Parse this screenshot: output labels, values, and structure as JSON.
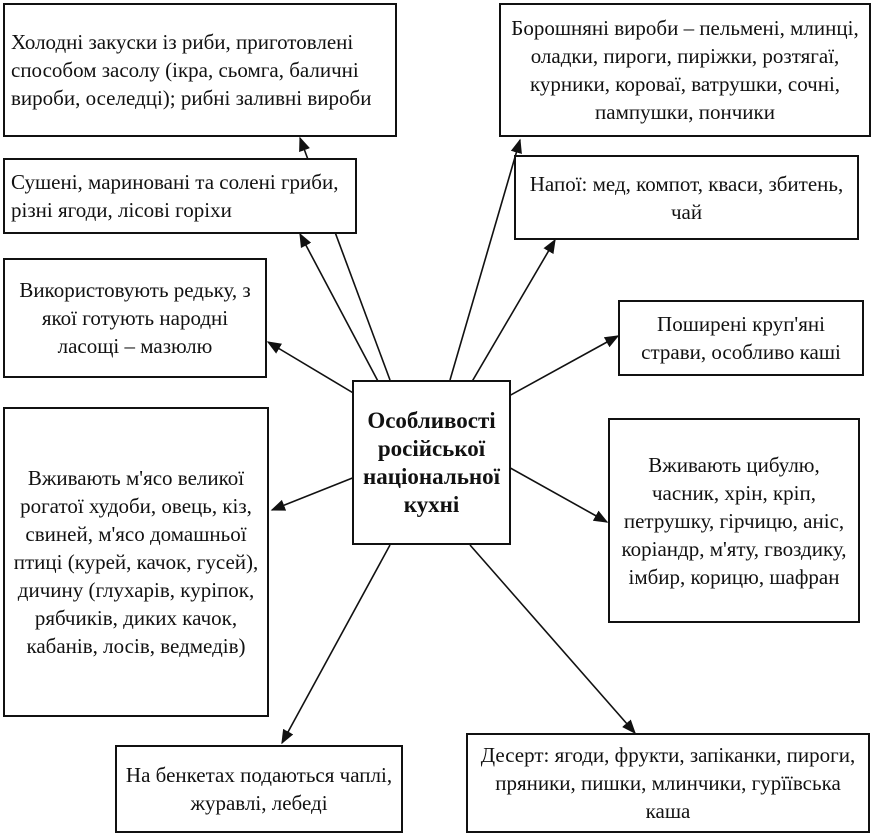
{
  "diagram": {
    "center": "Особливості російської національної кухні",
    "nodes": {
      "fish": "Холодні закуски із риби, приготовлені способом засолу (ікра, сьомга, баличні вироби, оселедці); рибні заливні вироби",
      "flour": "Борошняні вироби – пельмені, млинці, оладки, пироги, пиріжки, розтягаї, курники, короваї, ватрушки, сочні, пампушки, пончики",
      "mushrooms": "Сушені, мариновані та солені гриби, різні ягоди, лісові горіхи",
      "drinks": "Напої: мед, компот, кваси, збитень, чай",
      "radish": "Використовують редьку, з якої готують народні ласощі – мазюлю",
      "groats": "Поширені круп'яні страви, особливо каші",
      "meat": "Вживають м'ясо великої рогатої худоби, овець, кіз, свиней, м'ясо домашньої птиці (курей, качок, гусей), дичину (глухарів, куріпок, рябчиків, диких качок, кабанів, лосів, ведмедів)",
      "spices": "Вживають цибулю, часник, хрін, кріп, петрушку, гірчицю, аніс, коріандр, м'яту, гвоздику, імбир, корицю, шафран",
      "feasts": "На бенкетах подаються чаплі, журавлі, лебеді",
      "dessert": "Десерт: ягоди, фрукти, запіканки, пироги, пряники, пишки, млинчики, гурїївська каша"
    }
  }
}
